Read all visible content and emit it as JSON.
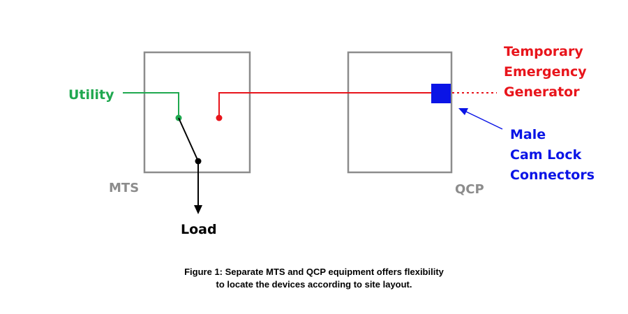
{
  "colors": {
    "utility": "#1fa84f",
    "generator": "#e8141b",
    "connector": "#0a14e6",
    "box": "#8c8c8c",
    "load": "#000000",
    "caption": "#000000"
  },
  "labels": {
    "utility": "Utility",
    "mts": "MTS",
    "qcp": "QCP",
    "load": "Load",
    "generator": [
      "Temporary",
      "Emergency",
      "Generator"
    ],
    "connectors": [
      "Male",
      "Cam Lock",
      "Connectors"
    ]
  },
  "caption": {
    "line1": "Figure 1: Separate MTS and QCP equipment offers flexibility",
    "line2": "to locate the devices according to site layout."
  }
}
